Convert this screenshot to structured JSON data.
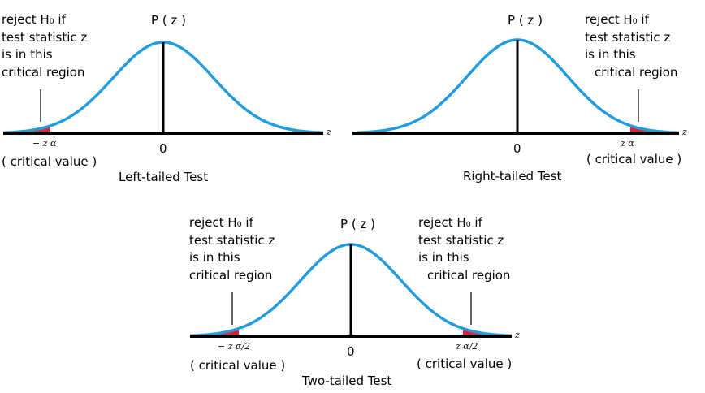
{
  "panels": [
    {
      "id": "left",
      "title": "Left-tailed Test",
      "density_label": "P ( z )",
      "zero_label": "0",
      "axis_label": "z",
      "critical_symbol": "− z α",
      "critical_note": "( critical value )",
      "reject_text": [
        "reject H₀ if",
        "test statistic z",
        "is in this",
        "critical region"
      ]
    },
    {
      "id": "right",
      "title": "Right-tailed Test",
      "density_label": "P ( z )",
      "zero_label": "0",
      "axis_label": "z",
      "critical_symbol": "z α",
      "critical_note": "( critical value )",
      "reject_text": [
        "reject H₀ if",
        "test statistic z",
        "is in this",
        "critical region"
      ]
    },
    {
      "id": "two",
      "title": "Two-tailed Test",
      "density_label": "P ( z )",
      "zero_label": "0",
      "axis_label": "z",
      "critical_symbol_left": "− z α/2",
      "critical_symbol_right": "z α/2",
      "critical_note_left": "( critical value )",
      "critical_note_right": "( critical value )",
      "reject_text_left": [
        "reject H₀ if",
        "test statistic z",
        "is in this",
        "critical region"
      ],
      "reject_text_right": [
        "reject H₀ if",
        "test statistic z",
        "is in this",
        "critical region"
      ]
    }
  ],
  "colors": {
    "curve": "#1f9be0",
    "region": "#e8202a",
    "axis": "#000000"
  }
}
